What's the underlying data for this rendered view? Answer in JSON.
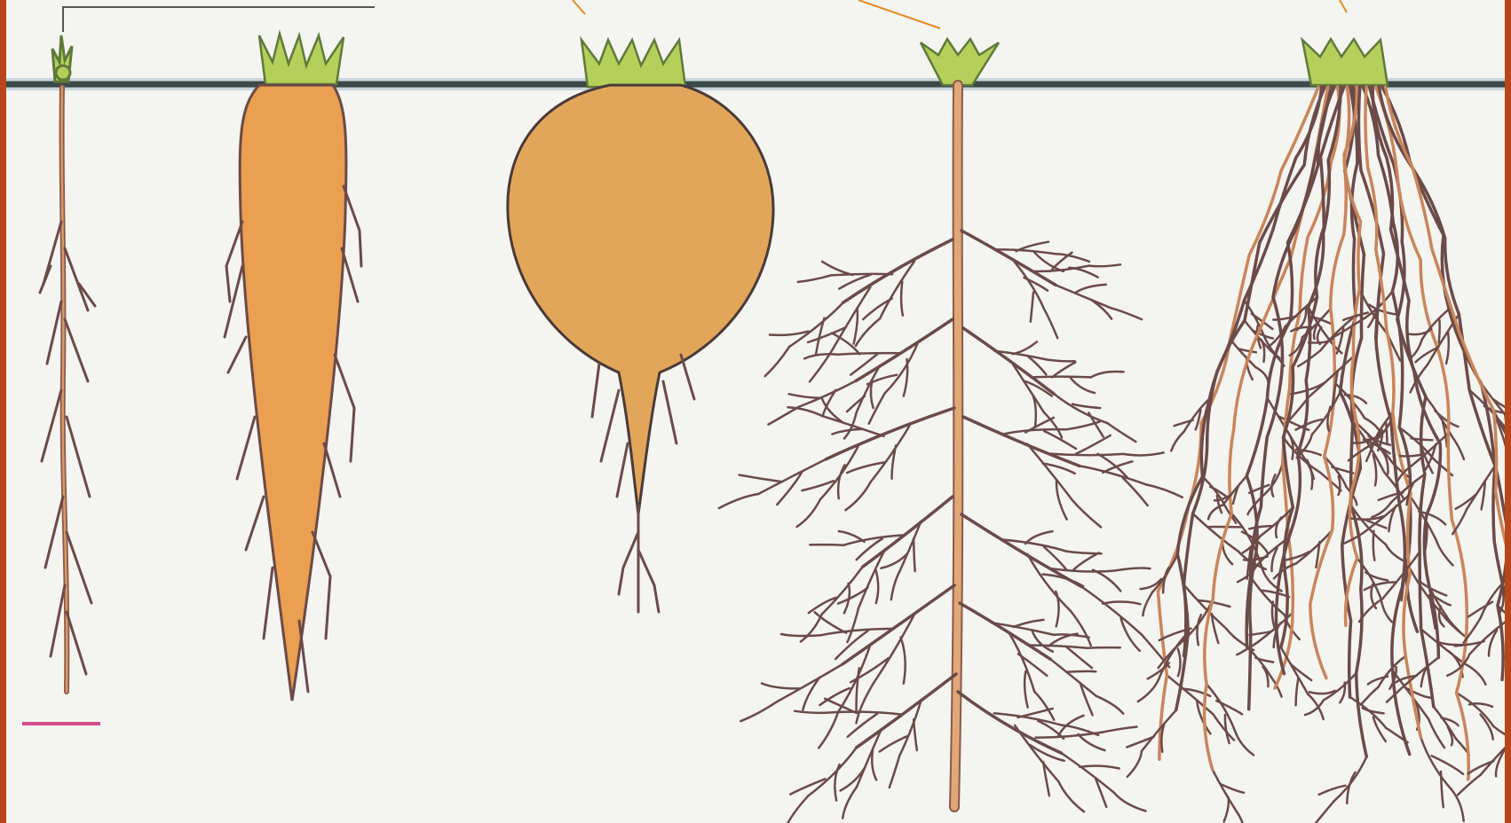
{
  "figure": {
    "subject": "root systems",
    "plants": [
      {
        "id": "thin-taproot",
        "kind": "taproot"
      },
      {
        "id": "carrot",
        "kind": "conical storage root"
      },
      {
        "id": "beet",
        "kind": "round storage root"
      },
      {
        "id": "branched-taproot",
        "kind": "branched taproot system"
      },
      {
        "id": "fibrous",
        "kind": "fibrous root system"
      }
    ]
  },
  "colors": {
    "frame": "#b8461a",
    "background": "#f4f4f1",
    "soil_line": "#3a4a48",
    "storage_root": "#e2a65a",
    "carrot": "#eaa050",
    "root_stroke": "#6b4a48",
    "leaf": "#b5d05a",
    "pointer": "#e58a1f",
    "marker": "#d64a8a"
  }
}
